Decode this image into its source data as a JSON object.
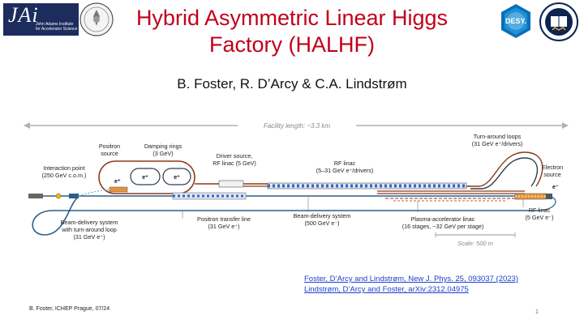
{
  "slide": {
    "title_line1": "Hybrid Asymmetric Linear Higgs",
    "title_line2": "Factory (HALHF)",
    "authors": "B. Foster, R. D’Arcy & C.A. Lindstrøm",
    "footer": "B. Foster, ICHEP Prague, 07/24",
    "page_number": "1"
  },
  "logos": {
    "jai": {
      "big": "JAi",
      "line1": "John Adams Institute",
      "line2": "for Accelerator Science"
    },
    "desy": "DESY."
  },
  "references": [
    "Foster, D’Arcy and Lindstrøm, New J. Phys. 25, 093037 (2023)",
    "Lindstrøm, D’Arcy and Foster, arXiv:2312.04975"
  ],
  "diagram": {
    "facility_length": "Facility length: ~3.3 km",
    "scale": "Scale: 500 m",
    "labels": {
      "positron_source": [
        "Positron",
        "source"
      ],
      "damping_rings": [
        "Damping rings",
        "(3 GeV)"
      ],
      "interaction_point": [
        "Interaction point",
        "(250 GeV c.o.m.)"
      ],
      "driver_source": [
        "Driver source,",
        "RF linac (5 GeV)"
      ],
      "rf_linac_top": [
        "RF linac",
        "(5–31 GeV e⁺/drivers)"
      ],
      "turnaround_loops": [
        "Turn-around loops",
        "(31 GeV e⁺/drivers)"
      ],
      "electron_source": [
        "Electron",
        "source"
      ],
      "bds_left": [
        "Beam-delivery system",
        "with turn-around loop",
        "(31 GeV e⁺)"
      ],
      "positron_transfer": [
        "Positron transfer line",
        "(31 GeV e⁺)"
      ],
      "bds_mid": [
        "Beam-delivery system",
        "(500 GeV e⁻)"
      ],
      "plasma_linac": [
        "Plasma-accelerator linac",
        "(16 stages, ~32 GeV per stage)"
      ],
      "rf_linac_right": [
        "RF linac",
        "(5 GeV e⁻)"
      ],
      "e_plus": "e⁺",
      "e_minus": "e⁻"
    }
  }
}
